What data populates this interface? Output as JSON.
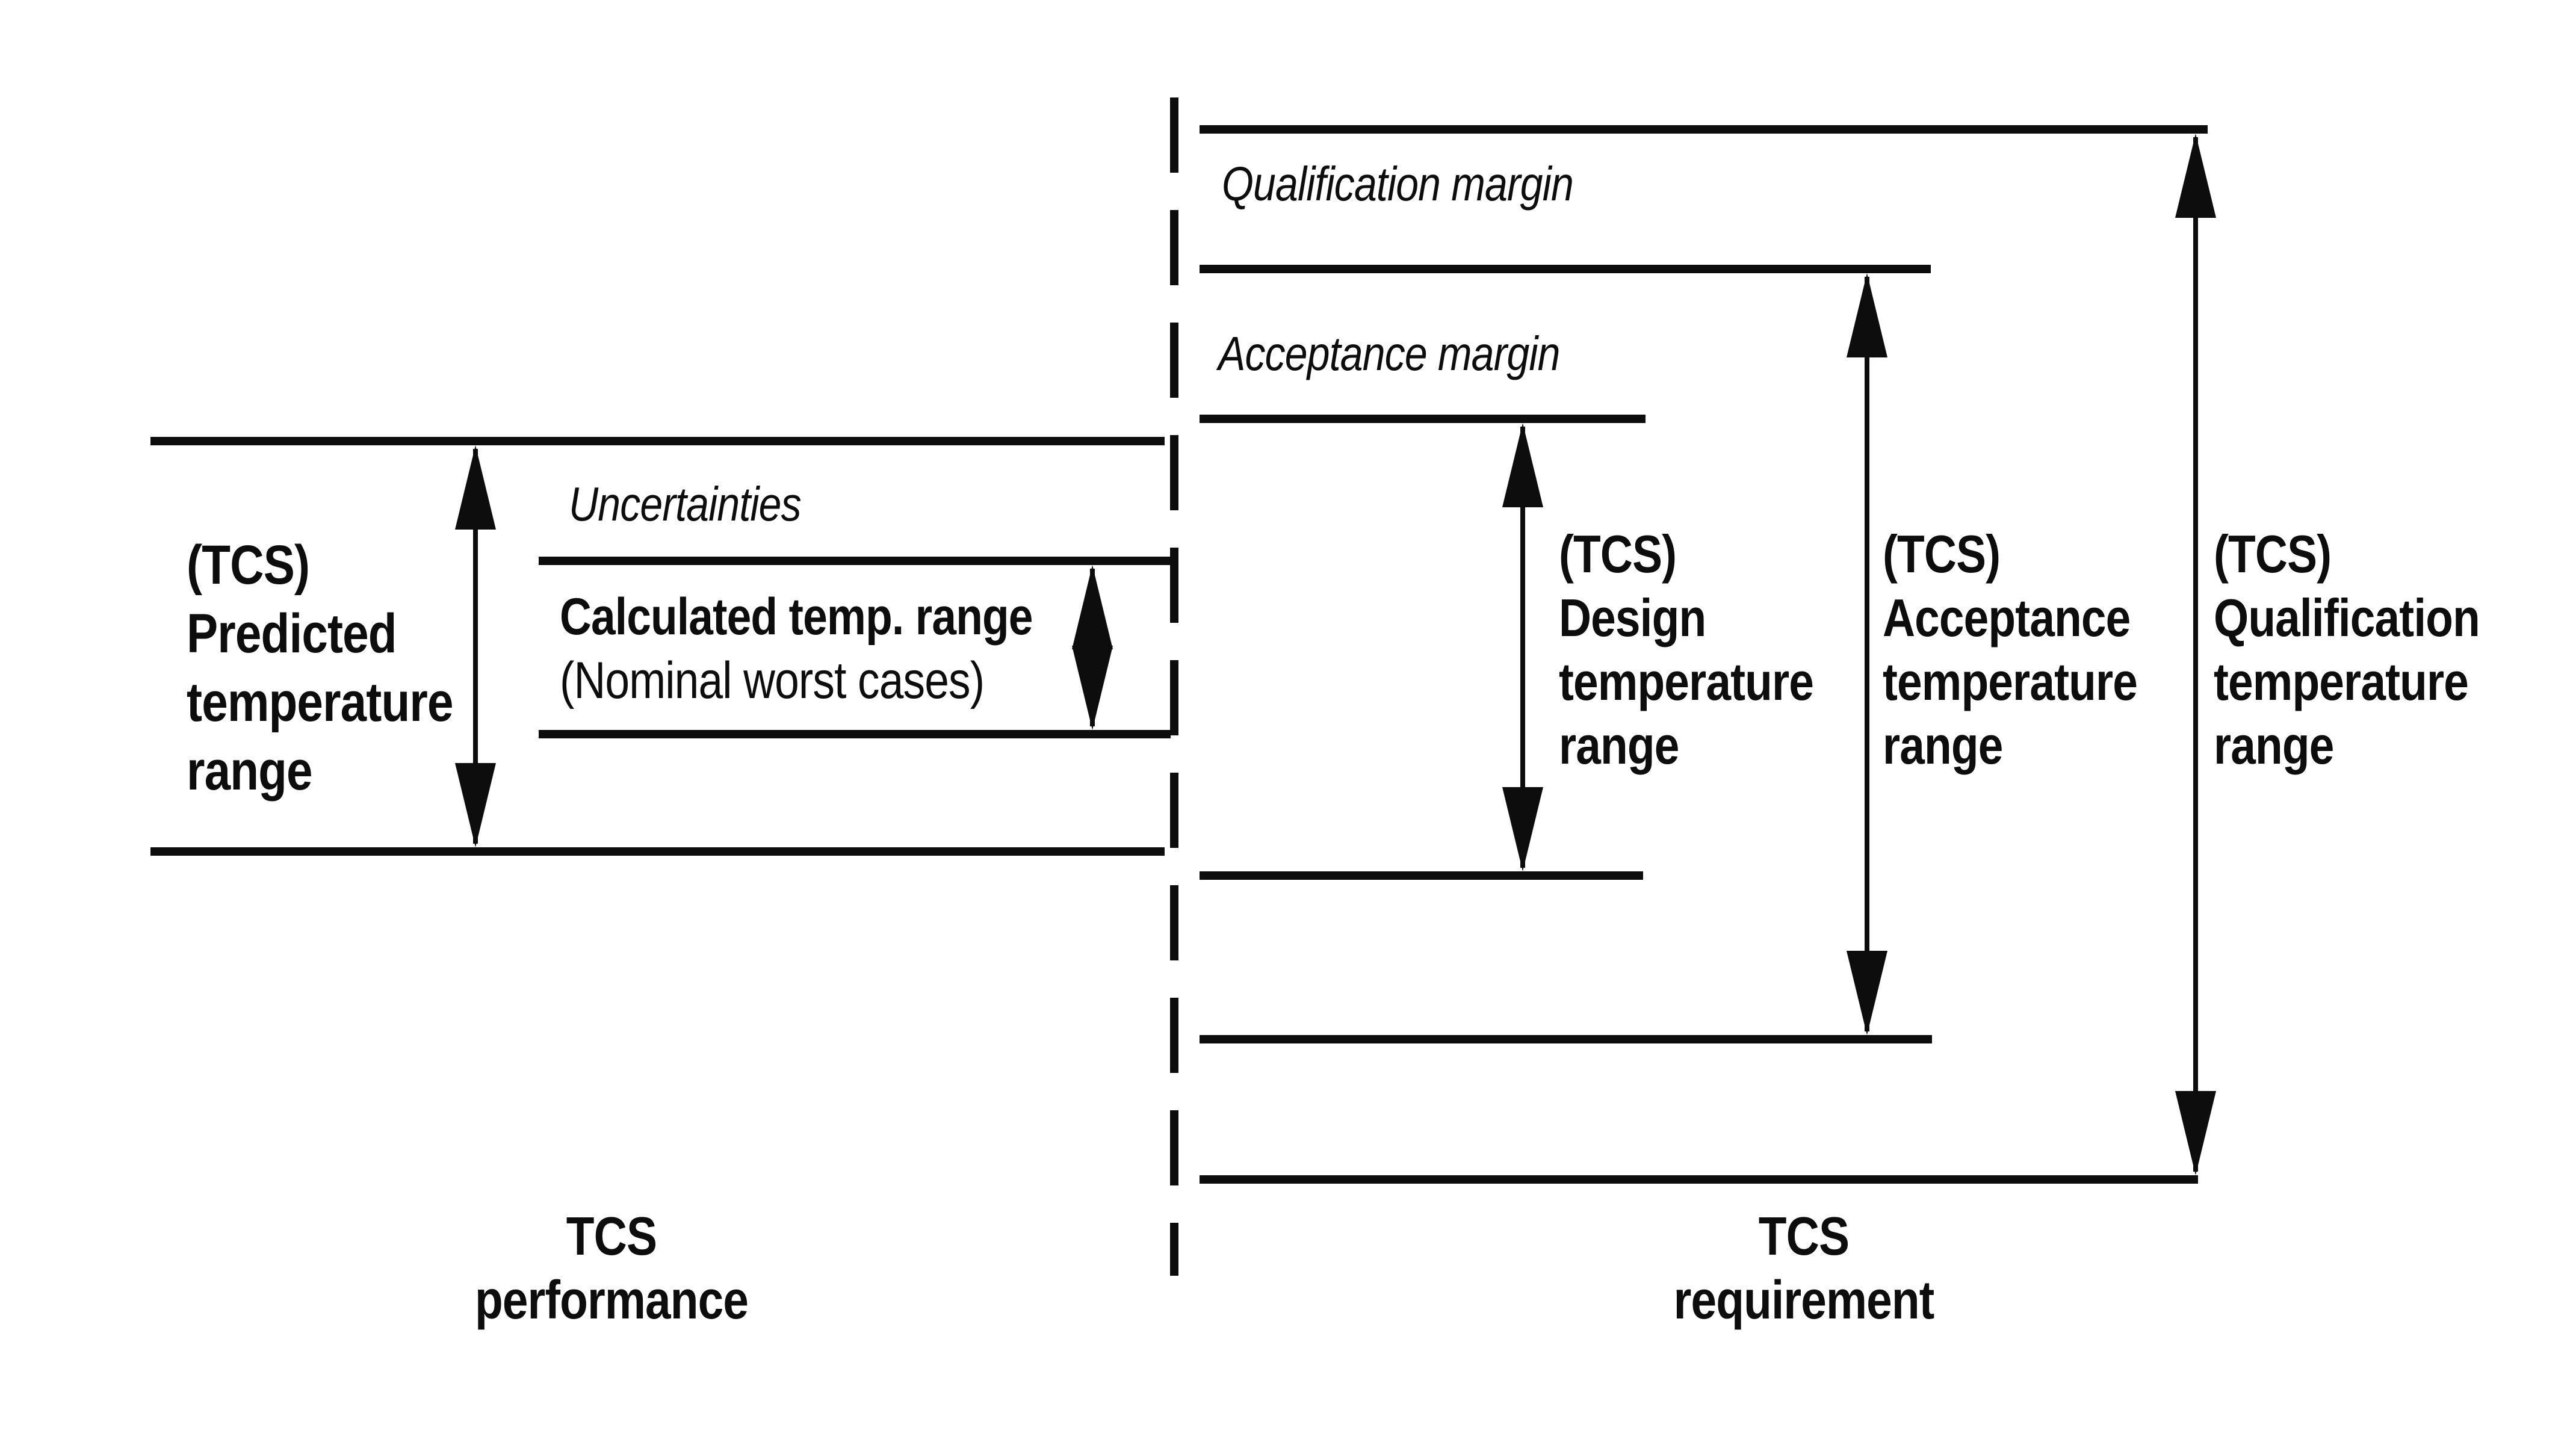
{
  "diagram": {
    "colors": {
      "ink": "#0d0d0d",
      "paper": "#ffffff"
    },
    "performance": {
      "caption": "TCS performance",
      "predicted_label": "(TCS)\nPredicted\ntemperature\nrange",
      "uncertainties_label": "Uncertainties",
      "calculated_line1": "Calculated temp. range",
      "calculated_line2": "(Nominal worst cases)"
    },
    "requirement": {
      "caption": "TCS requirement",
      "qualification_margin_label": "Qualification margin",
      "acceptance_margin_label": "Acceptance margin",
      "design_label": "(TCS)\nDesign\ntemperature\nrange",
      "acceptance_label": "(TCS)\nAcceptance\ntemperature\nrange",
      "qualification_label": "(TCS)\nQualification\ntemperature\nrange"
    }
  }
}
